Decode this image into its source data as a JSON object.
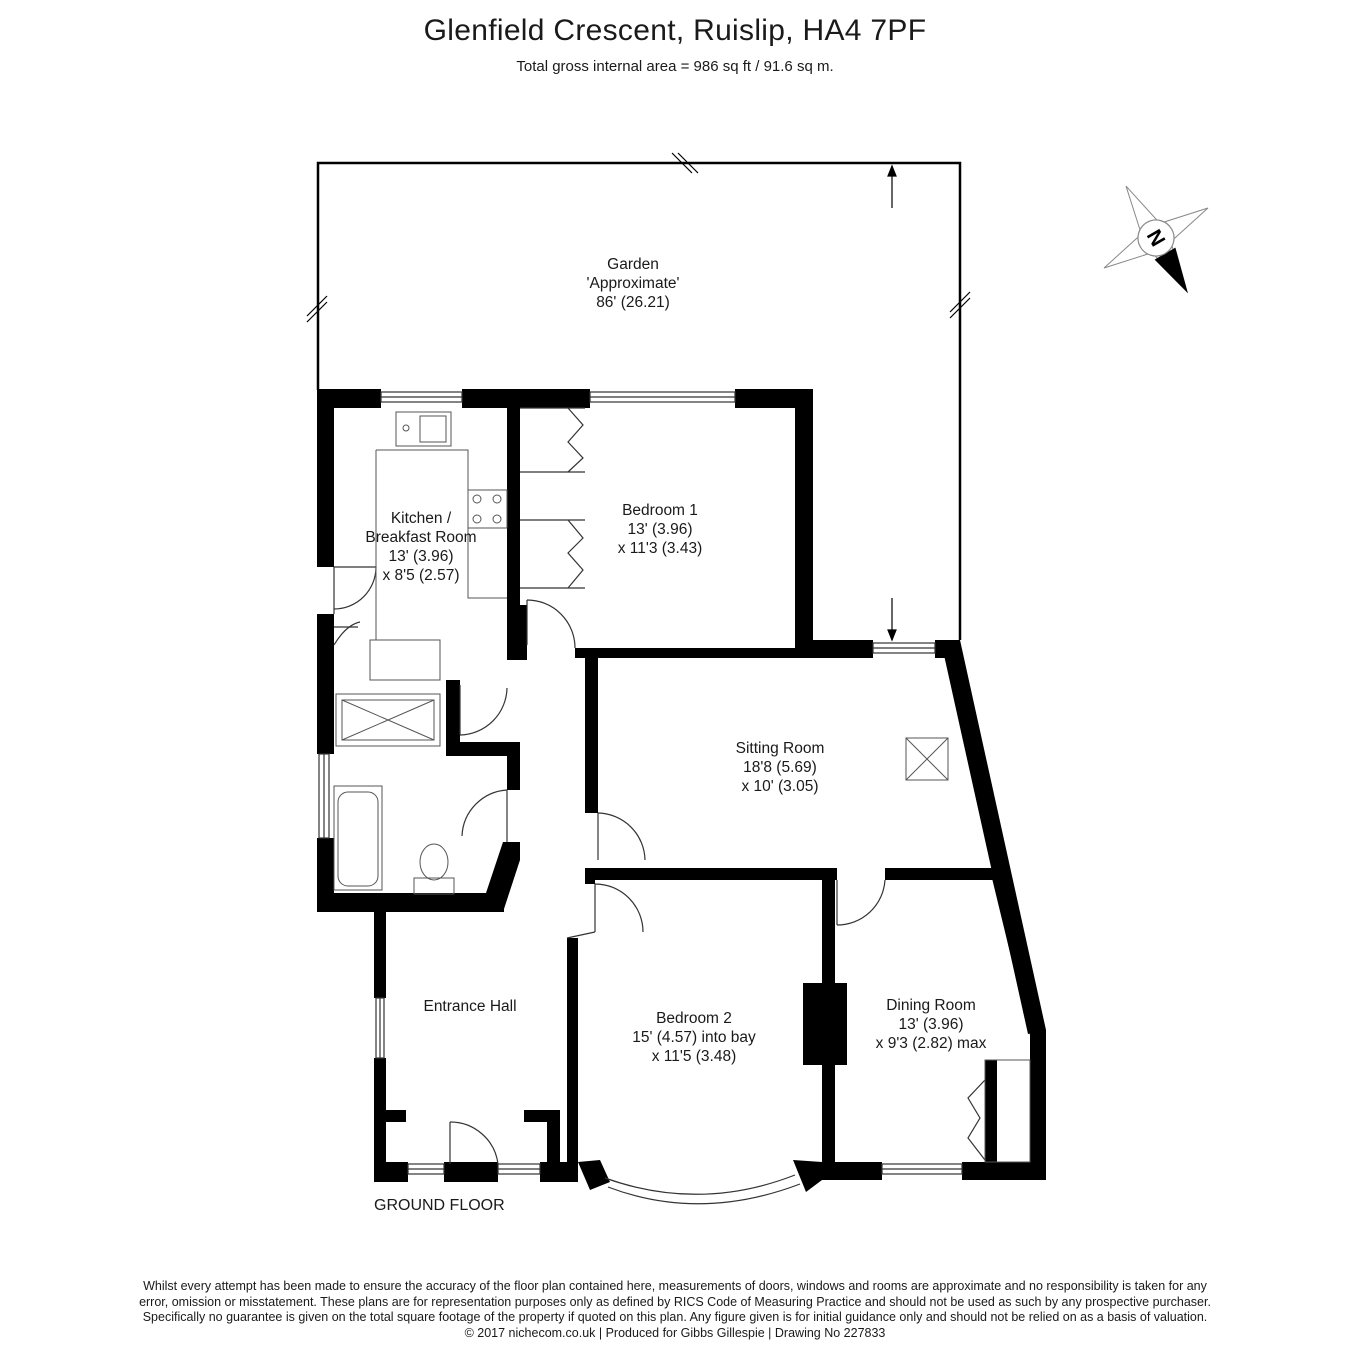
{
  "header": {
    "title": "Glenfield Crescent, Ruislip, HA4 7PF",
    "subtitle": "Total gross internal area = 986 sq ft / 91.6 sq m."
  },
  "rooms": {
    "garden": {
      "name": "Garden",
      "note": "'Approximate'",
      "dim1": "86' (26.21)"
    },
    "kitchen": {
      "name1": "Kitchen /",
      "name2": "Breakfast Room",
      "dim1": "13' (3.96)",
      "dim2": "x 8'5 (2.57)"
    },
    "bedroom1": {
      "name": "Bedroom 1",
      "dim1": "13' (3.96)",
      "dim2": "x 11'3 (3.43)"
    },
    "sitting": {
      "name": "Sitting Room",
      "dim1": "18'8 (5.69)",
      "dim2": "x 10' (3.05)"
    },
    "hall": {
      "name": "Entrance Hall"
    },
    "bedroom2": {
      "name": "Bedroom 2",
      "dim1": "15' (4.57) into bay",
      "dim2": "x 11'5 (3.48)"
    },
    "dining": {
      "name": "Dining Room",
      "dim1": "13' (3.96)",
      "dim2": "x 9'3 (2.82) max"
    }
  },
  "floor_label": "GROUND FLOOR",
  "compass": {
    "letter": "N"
  },
  "disclaimer": [
    "Whilst every attempt has been made to ensure the accuracy of the floor plan contained here, measurements of doors, windows and rooms are approximate and no responsibility is taken for any",
    "error, omission or misstatement. These plans are for representation purposes only as defined by RICS Code of Measuring Practice and should not be used as such by any prospective purchaser.",
    "Specifically no guarantee is given on the total square footage of the property if quoted on this plan. Any figure given is for initial guidance only and should not be relied on as a basis of valuation.",
    "© 2017 nichecom.co.uk  |  Produced for Gibbs Gillespie  |  Drawing No 227833"
  ],
  "colors": {
    "wall": "#000000",
    "line": "#1a1a1a",
    "fixture": "#555555"
  }
}
